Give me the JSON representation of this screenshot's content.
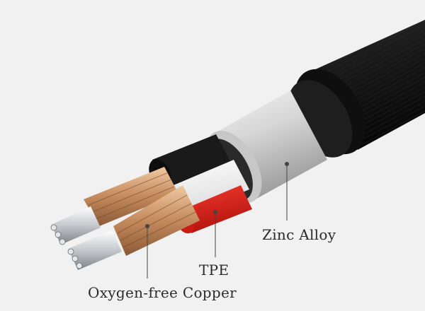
{
  "labels": {
    "zinc_alloy": "Zinc Alloy",
    "tpe": "TPE",
    "oxygen_free_copper": "Oxygen-free Copper"
  },
  "colors": {
    "background": "#f1f1f1",
    "outer_jacket": "#151515",
    "zinc_alloy_shell": "#d9d9d9",
    "tpe_white": "#f7f7f7",
    "tpe_red": "#e0241b",
    "inner_black": "#1a1a1a",
    "copper": "#c9956a",
    "silver_strand": "#c8ccd0"
  }
}
